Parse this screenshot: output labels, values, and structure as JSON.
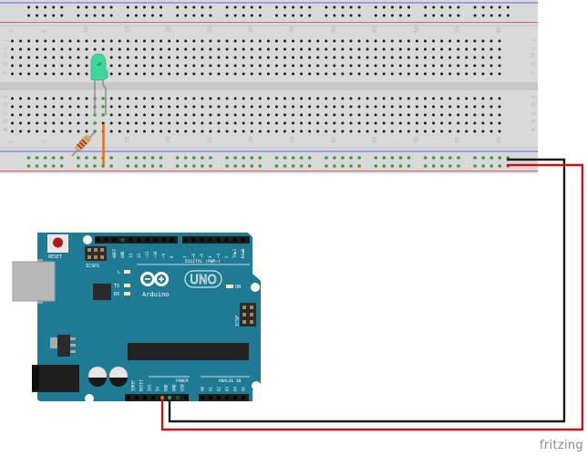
{
  "diagram": {
    "title": "Arduino Uno LED circuit on breadboard",
    "tool_brand": "fritzing",
    "breadboard": {
      "column_count": 60,
      "column_labels": [
        "1",
        "5",
        "10",
        "15",
        "20",
        "25",
        "30",
        "35",
        "40",
        "45",
        "50",
        "55",
        "60"
      ],
      "row_labels_top": [
        "J",
        "I",
        "H",
        "G",
        "F"
      ],
      "row_labels_bottom": [
        "E",
        "D",
        "C",
        "B",
        "A"
      ]
    },
    "components": {
      "led": {
        "label": "LED",
        "color": "#3fd69a"
      },
      "resistor": {
        "label": "Resistor"
      },
      "jumper": {
        "label": "Jumper wire",
        "color": "#e36b10"
      }
    },
    "arduino": {
      "brand": "Arduino",
      "model": "UNO",
      "reset_label": "RESET",
      "icsp2_label": "ICSP2",
      "icsp_label": "ICSP",
      "digital_header_label": "DIGITAL (PWM~)",
      "digital_pins": [
        "AREF",
        "GND",
        "13",
        "12",
        "~11",
        "~10",
        "~9",
        "8",
        "7",
        "~6",
        "~5",
        "4",
        "~3",
        "2",
        "TX▶1",
        "RX◀0"
      ],
      "power_header_label": "POWER",
      "power_pins": [
        "IOREF",
        "RESET",
        "3V3",
        "5V",
        "GND",
        "GND",
        "VIN"
      ],
      "analog_header_label": "ANALOG IN",
      "analog_pins": [
        "A0",
        "A1",
        "A2",
        "A3",
        "A4",
        "A5"
      ],
      "led_labels": {
        "l": "L",
        "tx": "TX",
        "rx": "RX",
        "on": "ON"
      },
      "board_color": "#1f7a94"
    },
    "wires": [
      {
        "name": "gnd-wire",
        "from": "Arduino GND",
        "to": "Breadboard top power rail",
        "color": "#222222"
      },
      {
        "name": "5v-wire",
        "from": "Arduino 5V",
        "to": "Breadboard bottom power rail",
        "color": "#cc1010"
      }
    ]
  }
}
